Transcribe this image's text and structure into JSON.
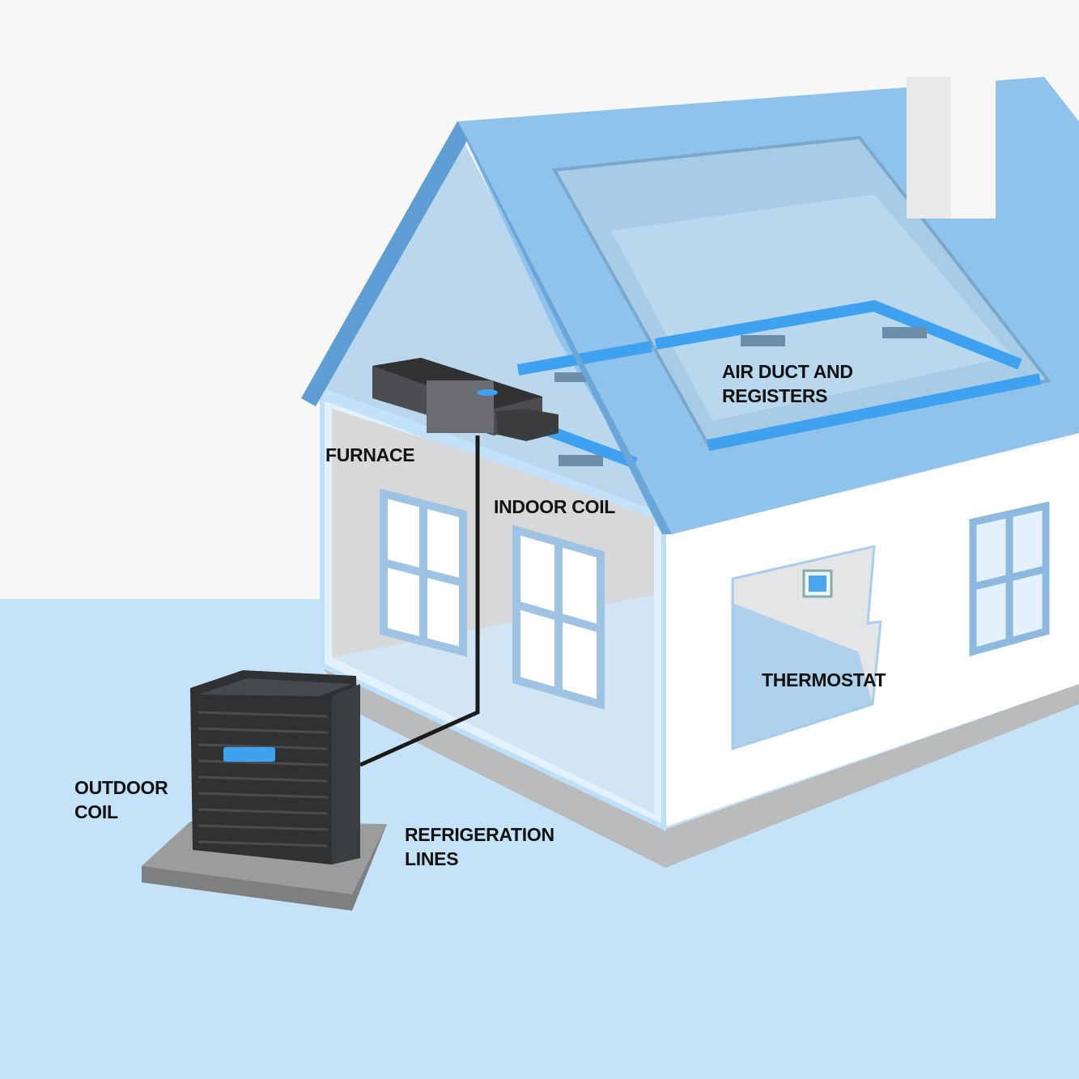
{
  "labels": {
    "air_duct": "AIR DUCT AND\nREGISTERS",
    "furnace": "FURNACE",
    "indoor_coil": "INDOOR COIL",
    "thermostat": "THERMOSTAT",
    "outdoor_coil": "OUTDOOR\nCOIL",
    "refrigeration_lines": "REFRIGERATION\nLINES"
  },
  "colors": {
    "sky": "#f7f7f7",
    "ground": "#c5e3f8",
    "roof": "#8fc3ec",
    "roof_edge": "#5e9ed4",
    "duct": "#3ea2f0",
    "unit": "#2f3133"
  }
}
